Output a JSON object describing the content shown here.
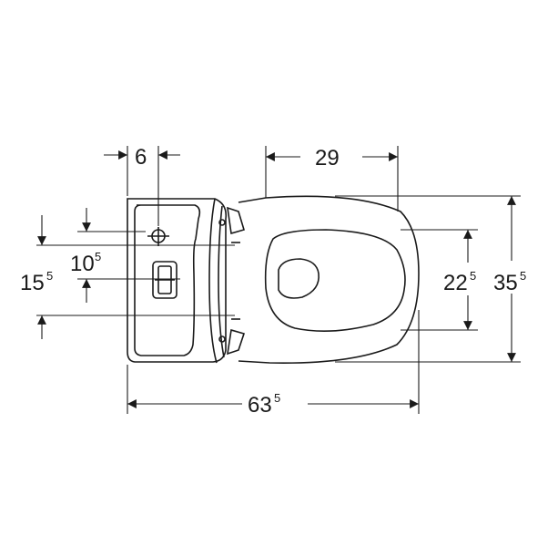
{
  "dimensions": {
    "offset_top": {
      "main": "6",
      "sup": ""
    },
    "bowl_width": {
      "main": "29",
      "sup": ""
    },
    "inlet_to_top": {
      "main": "10",
      "sup": "5"
    },
    "inlet_span": {
      "main": "15",
      "sup": "5"
    },
    "seat_span": {
      "main": "22",
      "sup": "5"
    },
    "total_width": {
      "main": "35",
      "sup": "5"
    },
    "total_length": {
      "main": "63",
      "sup": "5"
    }
  },
  "colors": {
    "line": "#1a1a1a",
    "body": "#ffffff"
  }
}
